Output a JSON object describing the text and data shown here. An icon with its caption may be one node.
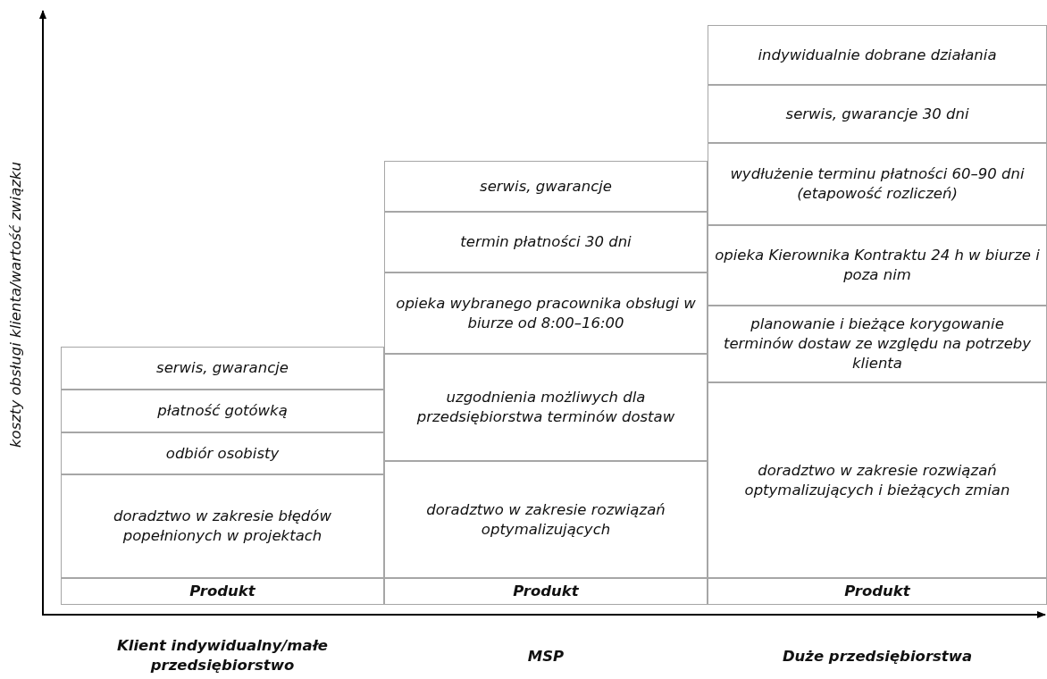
{
  "diagram": {
    "nodes": [
      {
        "text": [
          "serwis, gwarancje"
        ]
      },
      {
        "text": [
          "płatność gotówką"
        ]
      },
      {
        "text": [
          "odbiór osobisty"
        ]
      },
      {
        "text": [
          "doradztwo w zakresie błędów popełnionych w projektach"
        ]
      },
      {
        "text": [
          "Produkt"
        ]
      },
      {
        "text": [
          "serwis, gwarancje"
        ]
      },
      {
        "text": [
          "termin płatności 30 dni"
        ]
      },
      {
        "text": [
          "opieka wybranego pracownika obsługi w biurze od 8:00–16:00"
        ]
      },
      {
        "text": [
          "uzgodnienia możliwych dla przedsiębiorstwa terminów dostaw"
        ]
      },
      {
        "text": [
          "doradztwo w zakresie rozwiązań optymalizujących"
        ]
      },
      {
        "text": [
          "Produkt"
        ]
      },
      {
        "text": [
          "indywidualnie dobrane działania"
        ]
      },
      {
        "text": [
          "serwis, gwarancje 30 dni"
        ]
      },
      {
        "text": [
          "wydłużenie terminu płatności 60–90 dni (etapowość rozliczeń)"
        ]
      },
      {
        "text": [
          "opieka Kierownika Kontraktu 24 h w biurze i poza nim"
        ]
      },
      {
        "text": [
          "planowanie i bieżące korygowanie terminów dostaw ze względu na potrzeby klienta"
        ]
      },
      {
        "text": [
          "doradztwo w zakresie rozwiązań optymalizujących i bieżących zmian"
        ]
      },
      {
        "text": [
          "Produkt"
        ]
      }
    ],
    "labels": [
      "koszty obsługi klienta/wartość związku",
      "Klient indywidualny/małe przedsiębiorstwo",
      "MSP",
      "Duże przedsiębiorstwa"
    ]
  }
}
